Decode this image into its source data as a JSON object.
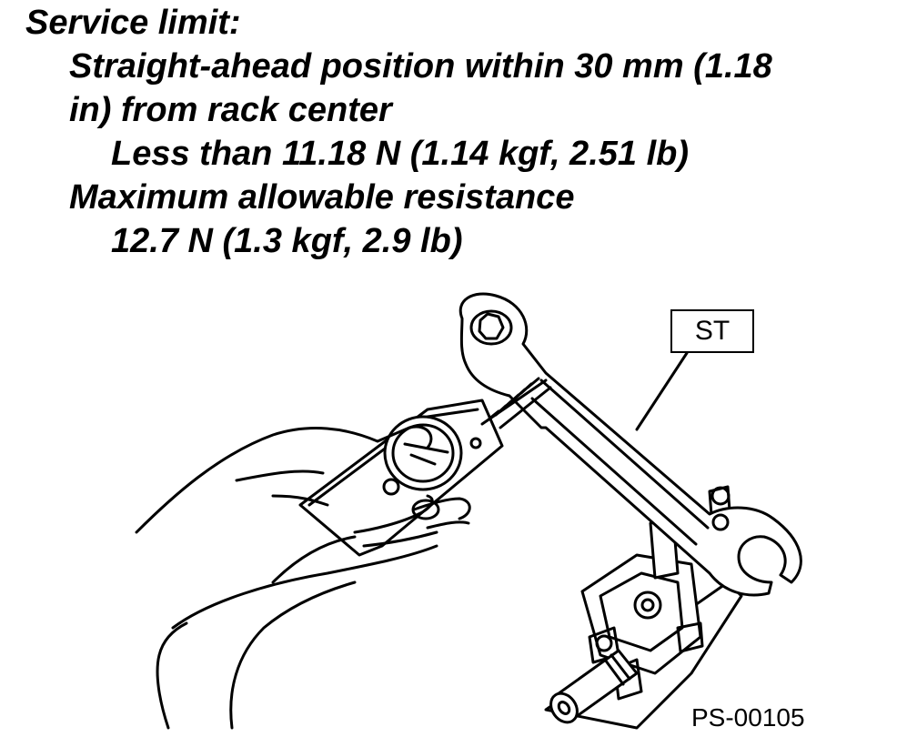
{
  "spec": {
    "heading": "Service limit:",
    "line1": "Straight-ahead position within 30 mm (1.18",
    "line2": "in) from rack center",
    "line3": "Less than 11.18 N (1.14 kgf, 2.51 lb)",
    "line4": "Maximum allowable resistance",
    "line5": "12.7 N (1.3 kgf, 2.9 lb)"
  },
  "figure": {
    "callout_label": "ST",
    "figure_code": "PS-00105",
    "icons": [
      "hand-illustration",
      "spring-scale-illustration",
      "wrench-illustration",
      "steering-gearbox-illustration"
    ]
  }
}
